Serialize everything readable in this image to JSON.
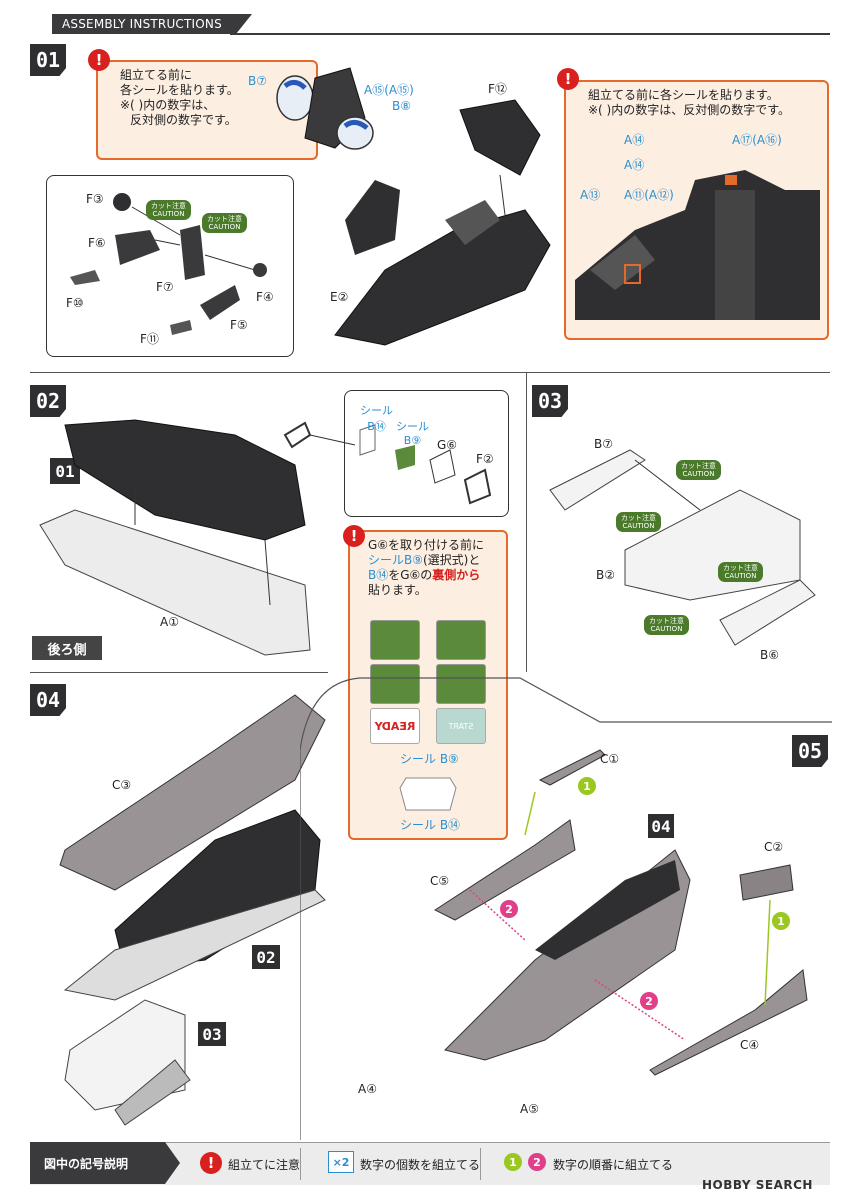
{
  "header": {
    "title": "ASSEMBLY INSTRUCTIONS"
  },
  "steps": {
    "s1": "01",
    "s2": "02",
    "s3": "03",
    "s4": "04",
    "s5": "05"
  },
  "refs": {
    "r01": "01",
    "r02": "02",
    "r03": "03",
    "r04": "04"
  },
  "step1": {
    "note_left": {
      "lines": [
        "組立てる前に",
        "各シールを貼ります。",
        "※( )内の数字は、",
        "反対側の数字です。"
      ]
    },
    "note_right": {
      "lines": [
        "組立てる前に各シールを貼ります。",
        "※( )内の数字は、反対側の数字です。"
      ]
    },
    "labels": {
      "b7": "B⑦",
      "a15": "A⑮(A⑮)",
      "b8": "B⑧",
      "f3": "F③",
      "f6": "F⑥",
      "f10": "F⑩",
      "f7": "F⑦",
      "f4": "F④",
      "f5": "F⑤",
      "f11": "F⑪",
      "f12": "F⑫",
      "e2": "E②",
      "a14a": "A⑭",
      "a17": "A⑰(A⑯)",
      "a14b": "A⑭",
      "a13": "A⑬",
      "a11": "A⑪(A⑫)"
    },
    "caution": "カット注意\nCAUTION"
  },
  "step2": {
    "labels": {
      "a1": "A①",
      "rear": "後ろ側",
      "seal_b14": "シール\nB⑭",
      "seal_b9": "シール\nB⑨",
      "g6": "G⑥",
      "f2": "F②"
    },
    "note": {
      "line1a": "G⑥を取り付ける前に",
      "line2a": "シールB⑨",
      "line2b": "(選択式)と",
      "line3a": "B⑭",
      "line3b": "をG⑥の",
      "line3c": "裏側から",
      "line4": "貼ります。"
    },
    "stickers": {
      "b9_label": "シール B⑨",
      "b14_label": "シール B⑭",
      "ready1": "READY",
      "ready2": "START"
    }
  },
  "step3": {
    "labels": {
      "b7": "B⑦",
      "b2": "B②",
      "b6": "B⑥"
    },
    "caution": "カット注意\nCAUTION"
  },
  "step4": {
    "labels": {
      "c3": "C③"
    }
  },
  "step5": {
    "labels": {
      "c1": "C①",
      "c5": "C⑤",
      "c2": "C②",
      "c4": "C④",
      "a4": "A④",
      "a5": "A⑤"
    },
    "seq": {
      "one": "1",
      "two": "2"
    }
  },
  "footer": {
    "title": "図中の記号説明",
    "item1": "組立てに注意",
    "item2_badge": "×2",
    "item2": "数字の個数を組立てる",
    "item3a": "1",
    "item3b": "2",
    "item3": "数字の順番に組立てる",
    "watermark": "HOBBY SEARCH"
  },
  "colors": {
    "dark": "#2f2f31",
    "orange": "#e36a2a",
    "red": "#d8201f",
    "blue": "#2a8fd0",
    "green": "#4a7a2a",
    "lime": "#9ac820",
    "magenta": "#e0408a"
  }
}
